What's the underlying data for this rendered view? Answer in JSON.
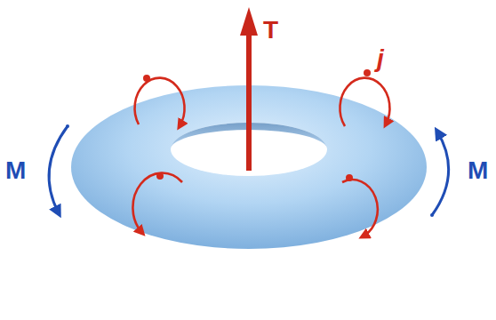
{
  "diagram": {
    "labels": [
      "T",
      "j",
      "M",
      "M"
    ]
  }
}
